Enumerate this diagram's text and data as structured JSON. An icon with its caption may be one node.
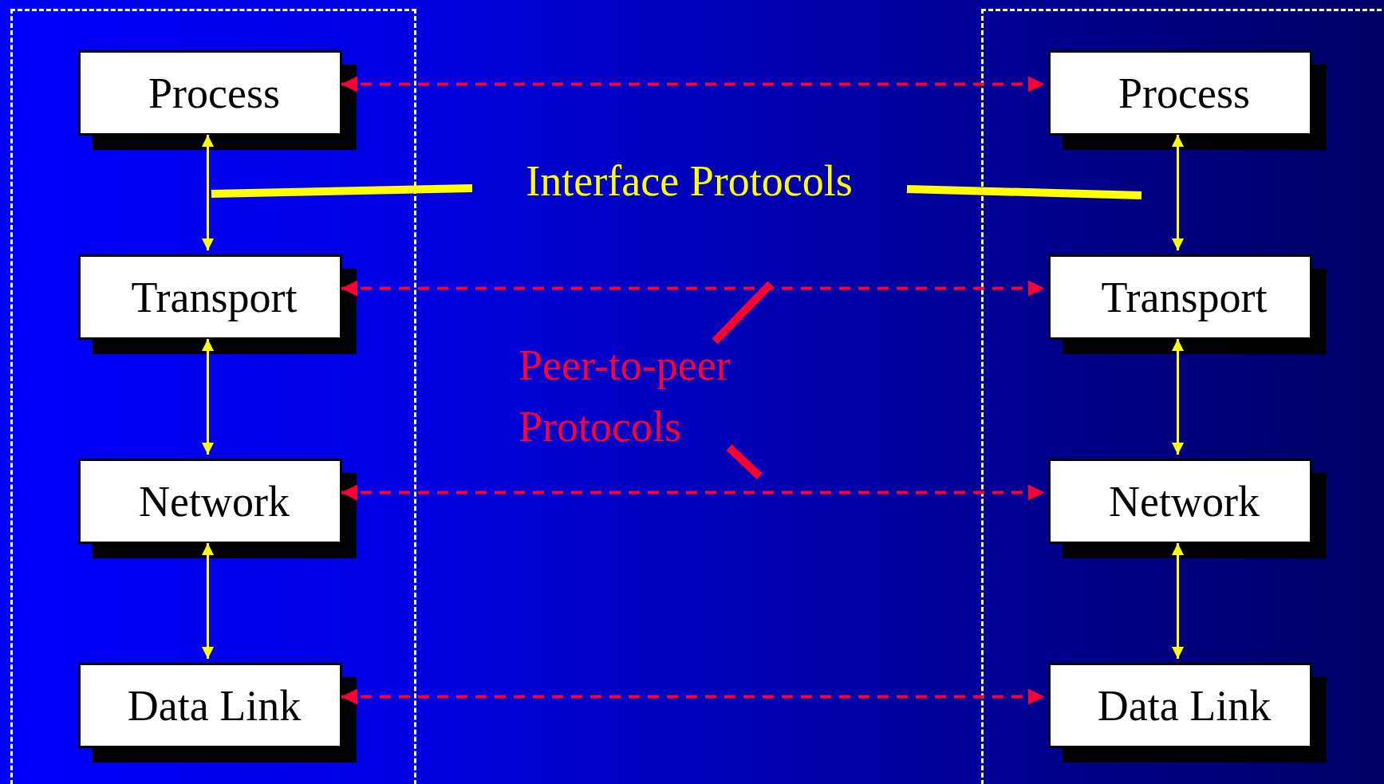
{
  "diagram": {
    "nodes": [
      {
        "text": [],
        "shape": "box"
      },
      {
        "text": [
          "Process"
        ],
        "in": 0
      },
      {
        "text": [
          "Transport"
        ],
        "in": 0
      },
      {
        "text": [
          "Network"
        ],
        "in": 0
      },
      {
        "text": [
          "Data Link"
        ],
        "in": 0
      },
      {
        "text": [],
        "shape": "box"
      },
      {
        "text": [
          "Process"
        ],
        "in": 5
      },
      {
        "text": [
          "Transport"
        ],
        "in": 5
      },
      {
        "text": [
          "Network"
        ],
        "in": 5
      },
      {
        "text": [
          "Data Link"
        ],
        "in": 5
      },
      {
        "text": [
          "Interface Protocols"
        ]
      },
      {
        "text": [
          "Peer-to-peer Protocols"
        ]
      }
    ],
    "edges": [
      {
        "from": 1,
        "to": 6,
        "arrow": "both",
        "style": "dashed",
        "color": "#ff0033"
      },
      {
        "from": 2,
        "to": 7,
        "arrow": "both",
        "style": "dashed",
        "color": "#ff0033"
      },
      {
        "from": 3,
        "to": 8,
        "arrow": "both",
        "style": "dashed",
        "color": "#ff0033"
      },
      {
        "from": 4,
        "to": 9,
        "arrow": "both",
        "style": "dashed",
        "color": "#ff0033"
      },
      {
        "from": 1,
        "to": 2,
        "arrow": "both"
      },
      {
        "from": 2,
        "to": 3,
        "arrow": "both"
      },
      {
        "from": 3,
        "to": 4,
        "arrow": "both"
      },
      {
        "from": 6,
        "to": 7,
        "arrow": "both"
      },
      {
        "from": 7,
        "to": 8,
        "arrow": "both"
      },
      {
        "from": 8,
        "to": 9,
        "arrow": "both"
      },
      {
        "from": 10,
        "to": null,
        "arrow": "none",
        "style": "thick"
      },
      {
        "from": 10,
        "to": null,
        "arrow": "none",
        "style": "thick"
      },
      {
        "from": 11,
        "to": null,
        "arrow": "none",
        "style": "thick",
        "color": "#ff0033"
      },
      {
        "from": 11,
        "to": null,
        "arrow": "none",
        "style": "thick",
        "color": "#ff0033"
      }
    ]
  }
}
